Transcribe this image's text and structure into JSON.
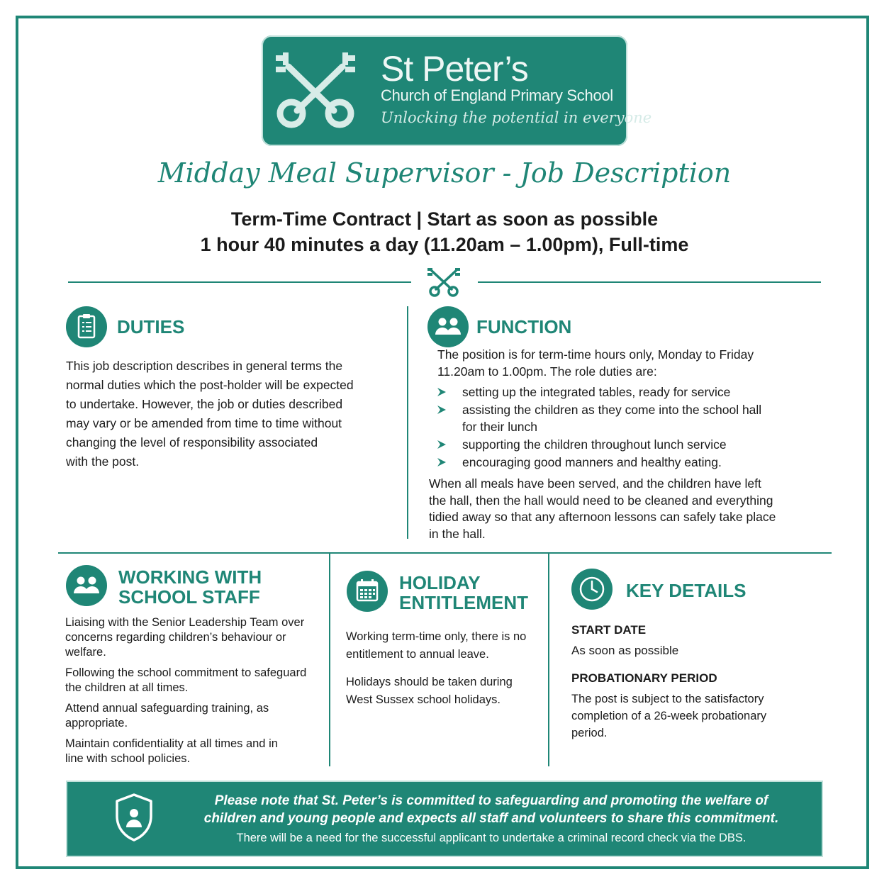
{
  "school": {
    "name": "St Peter’s",
    "subtitle": "Church of England Primary School",
    "motto": "Unlocking the potential in everyone"
  },
  "job_title": "Midday Meal Supervisor - Job Description",
  "contract_line": "Term-Time Contract  |  Start as soon as possible",
  "hours_line": "1 hour 40 minutes a day (11.20am – 1.00pm), Full-time",
  "duties": {
    "heading": "DUTIES",
    "icon": "clipboard-icon",
    "lines": [
      "This job description describes in general terms the",
      "normal duties which the post-holder will be expected",
      "to undertake.  However, the job or duties described",
      "may vary or be amended from time to time without",
      "changing the level of responsibility associated",
      "with the post."
    ]
  },
  "function": {
    "heading": "FUNCTION",
    "icon": "people-icon",
    "intro": [
      "The position is for term-time hours only, Monday to Friday",
      "11.20am to 1.00pm.  The role duties are:"
    ],
    "bullets": [
      "setting up the integrated tables, ready for service",
      "assisting the children as they come into the school hall for their lunch",
      "supporting the children throughout lunch service",
      "encouraging good manners and healthy eating."
    ],
    "closing": [
      "When all meals have been served, and the children have left",
      "the hall, then the hall would need to be cleaned and everything",
      "tidied away so that any afternoon lessons can safely take place",
      "in the hall."
    ]
  },
  "working": {
    "heading_1": "WORKING WITH",
    "heading_2": "SCHOOL STAFF",
    "icon": "people-icon",
    "items": [
      "Liaising with the Senior Leadership Team over concerns regarding children’s behaviour or welfare.",
      "Following the school commitment to safeguard the children at all times.",
      "Attend annual safeguarding training, as appropriate.",
      "Maintain confidentiality at all times and in line with school policies."
    ]
  },
  "holiday": {
    "heading_1": "HOLIDAY",
    "heading_2": "ENTITLEMENT",
    "icon": "calendar-icon",
    "para_1": "Working term-time only, there is no entitlement to annual leave.",
    "para_2": "Holidays should be taken during West Sussex school holidays."
  },
  "key_details": {
    "heading": "KEY DETAILS",
    "icon": "clock-icon",
    "start_label": "START DATE",
    "start_value": "As soon as possible",
    "probation_label": "PROBATIONARY PERIOD",
    "probation_value": "The post is subject to the satisfactory completion of a 26-week probationary period."
  },
  "notice": {
    "icon": "shield-person-icon",
    "line_1": "Please note that St. Peter’s is committed to safeguarding and promoting the welfare of",
    "line_2": "children and young people and expects all staff and volunteers to share this commitment.",
    "line_3": "There will be a need for the successful applicant to undertake a criminal record check via the DBS."
  },
  "colors": {
    "brand": "#1f8676",
    "text": "#1b1b1b",
    "light_border": "#bfe0da"
  }
}
